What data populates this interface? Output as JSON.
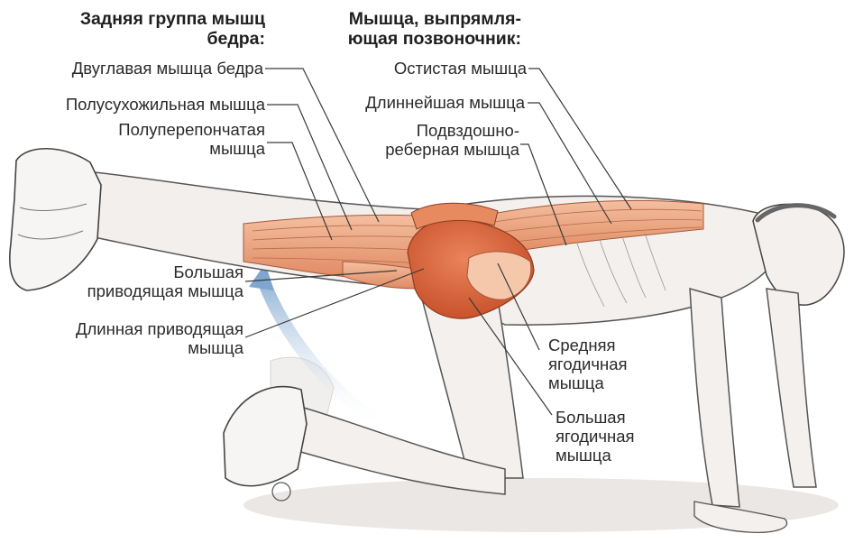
{
  "headings": {
    "hamstrings": [
      "Задняя группа мышц",
      "бедра:"
    ],
    "erector": [
      "Мышца, выпрямля-",
      "ющая позвоночник:"
    ]
  },
  "labels": {
    "biceps_femoris": "Двуглавая мышца бедра",
    "semitendinosus": "Полусухожильная мышца",
    "semimembranosus": [
      "Полуперепончатая",
      "мышца"
    ],
    "spinalis": "Остистая мышца",
    "longissimus": "Длиннейшая мышца",
    "iliocostalis": [
      "Подвздошно-",
      "реберная мышца"
    ],
    "adductor_magnus": [
      "Большая",
      "приводящая мышца"
    ],
    "adductor_longus": [
      "Длинная приводящая",
      "мышца"
    ],
    "gluteus_medius": [
      "Средняя",
      "ягодичная",
      "мышца"
    ],
    "gluteus_maximus": [
      "Большая",
      "ягодичная",
      "мышца"
    ]
  },
  "colors": {
    "muscle_light": "#f2b28f",
    "muscle_dark": "#d9673f",
    "skin": "#f3efec",
    "outline": "#5a5a5a",
    "arrow": "#8fb3d6",
    "leader": "#3a3a3a"
  }
}
